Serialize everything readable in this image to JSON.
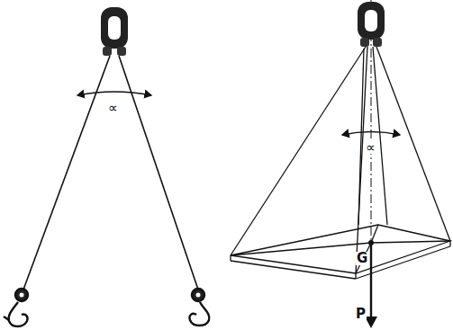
{
  "diagram": {
    "labels": [
      "∝",
      "∝",
      "G",
      "P"
    ]
  }
}
